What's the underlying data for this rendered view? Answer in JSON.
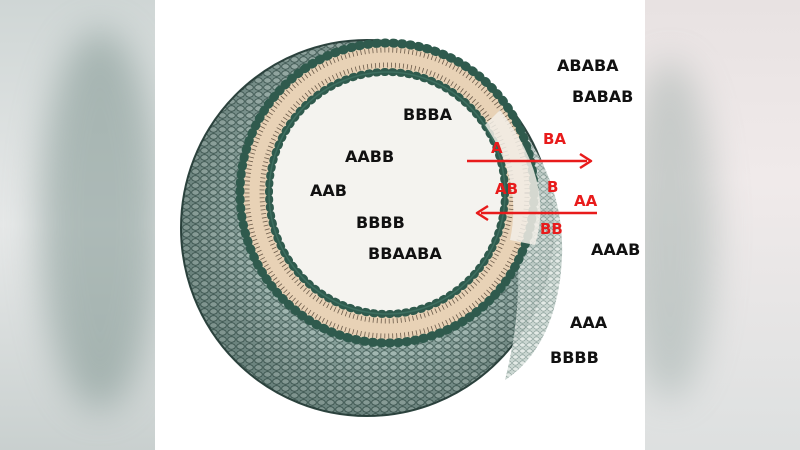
{
  "labels": {
    "interior": [
      "BBBA",
      "AABB",
      "AAB",
      "BBBB",
      "BBAABA"
    ],
    "exterior": [
      "ABABA",
      "BABAB",
      "AAAB",
      "AAA",
      "BBBB"
    ],
    "membrane_out": [
      "A",
      "BA"
    ],
    "membrane_in": [
      "AB",
      "B",
      "AA",
      "BB"
    ]
  },
  "colors": {
    "cell_outer": "#7f9b95",
    "membrane_band": "#e8d2b6",
    "lipid_head": "#3d6e5f",
    "interior": "#f4f3ef",
    "arrow": "#e81b1b",
    "label_text": "#111111",
    "transport_label": "#e81b1b"
  }
}
